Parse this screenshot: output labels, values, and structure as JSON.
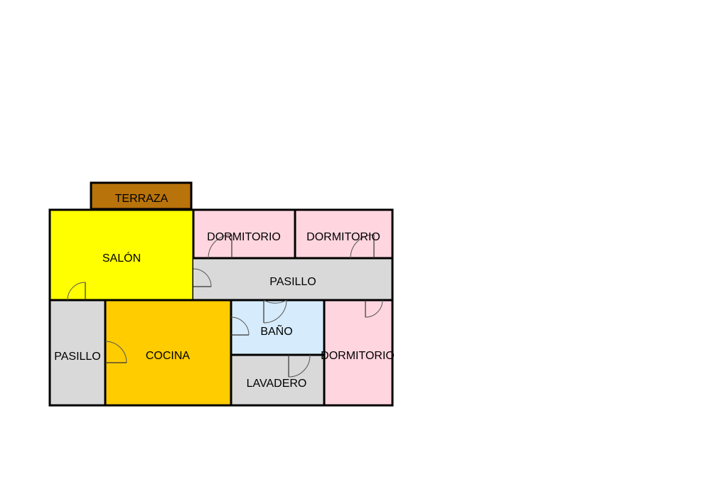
{
  "colors": {
    "terraza": "#b8730a",
    "salon": "#ffff00",
    "cocina": "#ffcc00",
    "dormitorio": "#ffd5df",
    "pasillo": "#d9d9d9",
    "bano": "#d6ebfb",
    "lavadero": "#d9d9d9",
    "wall": "#000000"
  },
  "rooms": {
    "terraza": "TERRAZA",
    "salon": "SALÓN",
    "dormitorio_1": "DORMITORIO",
    "dormitorio_2": "DORMITORIO",
    "pasillo_main": "PASILLO",
    "pasillo_left": "PASILLO",
    "cocina": "COCINA",
    "bano": "BAÑO",
    "lavadero": "LAVADERO",
    "dormitorio_3": "DORMITORIO"
  }
}
